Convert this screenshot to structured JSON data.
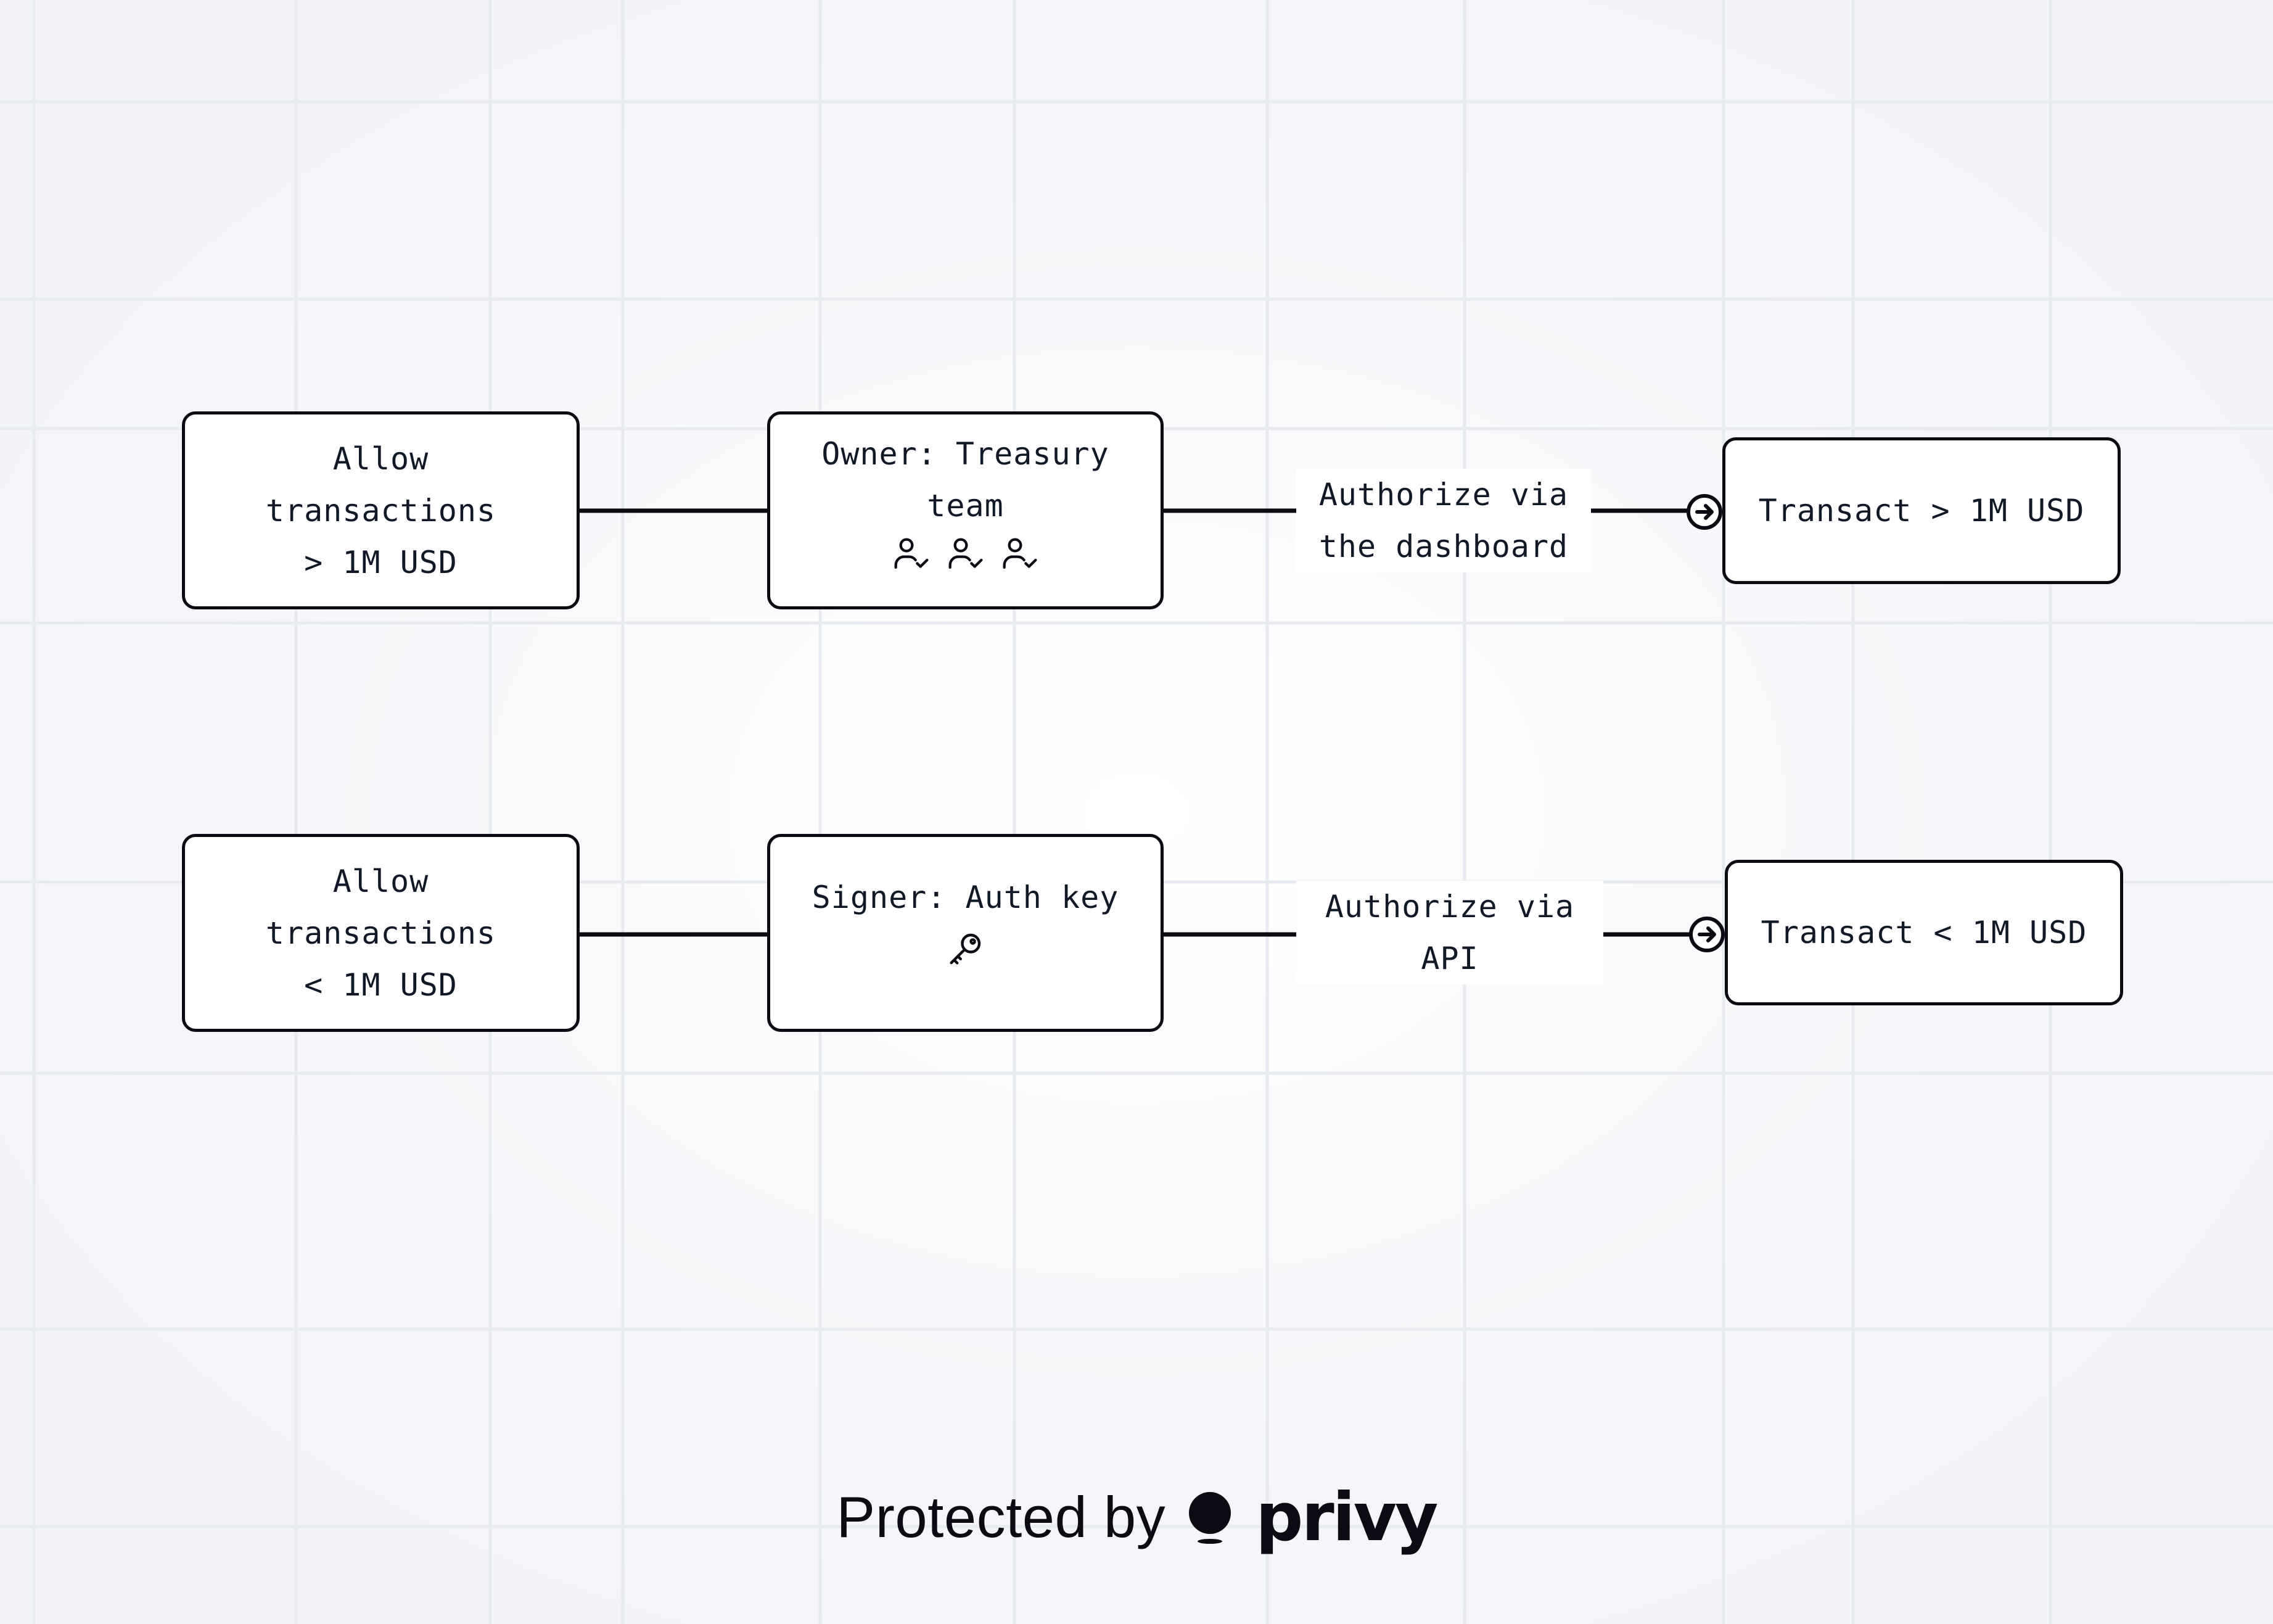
{
  "colors": {
    "ink": "#0b0b14",
    "background": "#f6f7fb",
    "node_fill": "#ffffff",
    "grid": "#e6e8f0"
  },
  "rows": [
    {
      "policy": {
        "lines": [
          "Allow",
          "transactions",
          "> 1M USD"
        ]
      },
      "authority": {
        "lines": [
          "Owner: Treasury",
          "team"
        ],
        "icons": [
          "user-check-icon",
          "user-check-icon",
          "user-check-icon"
        ]
      },
      "edge_label": {
        "lines": [
          "Authorize via",
          "the dashboard"
        ]
      },
      "outcome": {
        "label": "Transact > 1M USD",
        "arrow_icon": "arrow-right-circle-icon"
      }
    },
    {
      "policy": {
        "lines": [
          "Allow",
          "transactions",
          "< 1M USD"
        ]
      },
      "authority": {
        "lines": [
          "Signer: Auth key"
        ],
        "icons": [
          "key-icon"
        ]
      },
      "edge_label": {
        "lines": [
          "Authorize via",
          "API"
        ]
      },
      "outcome": {
        "label": "Transact < 1M USD",
        "arrow_icon": "arrow-right-circle-icon"
      }
    }
  ],
  "footer": {
    "text": "Protected by",
    "logo_icon": "privy-logo-icon",
    "brand": "privy"
  }
}
